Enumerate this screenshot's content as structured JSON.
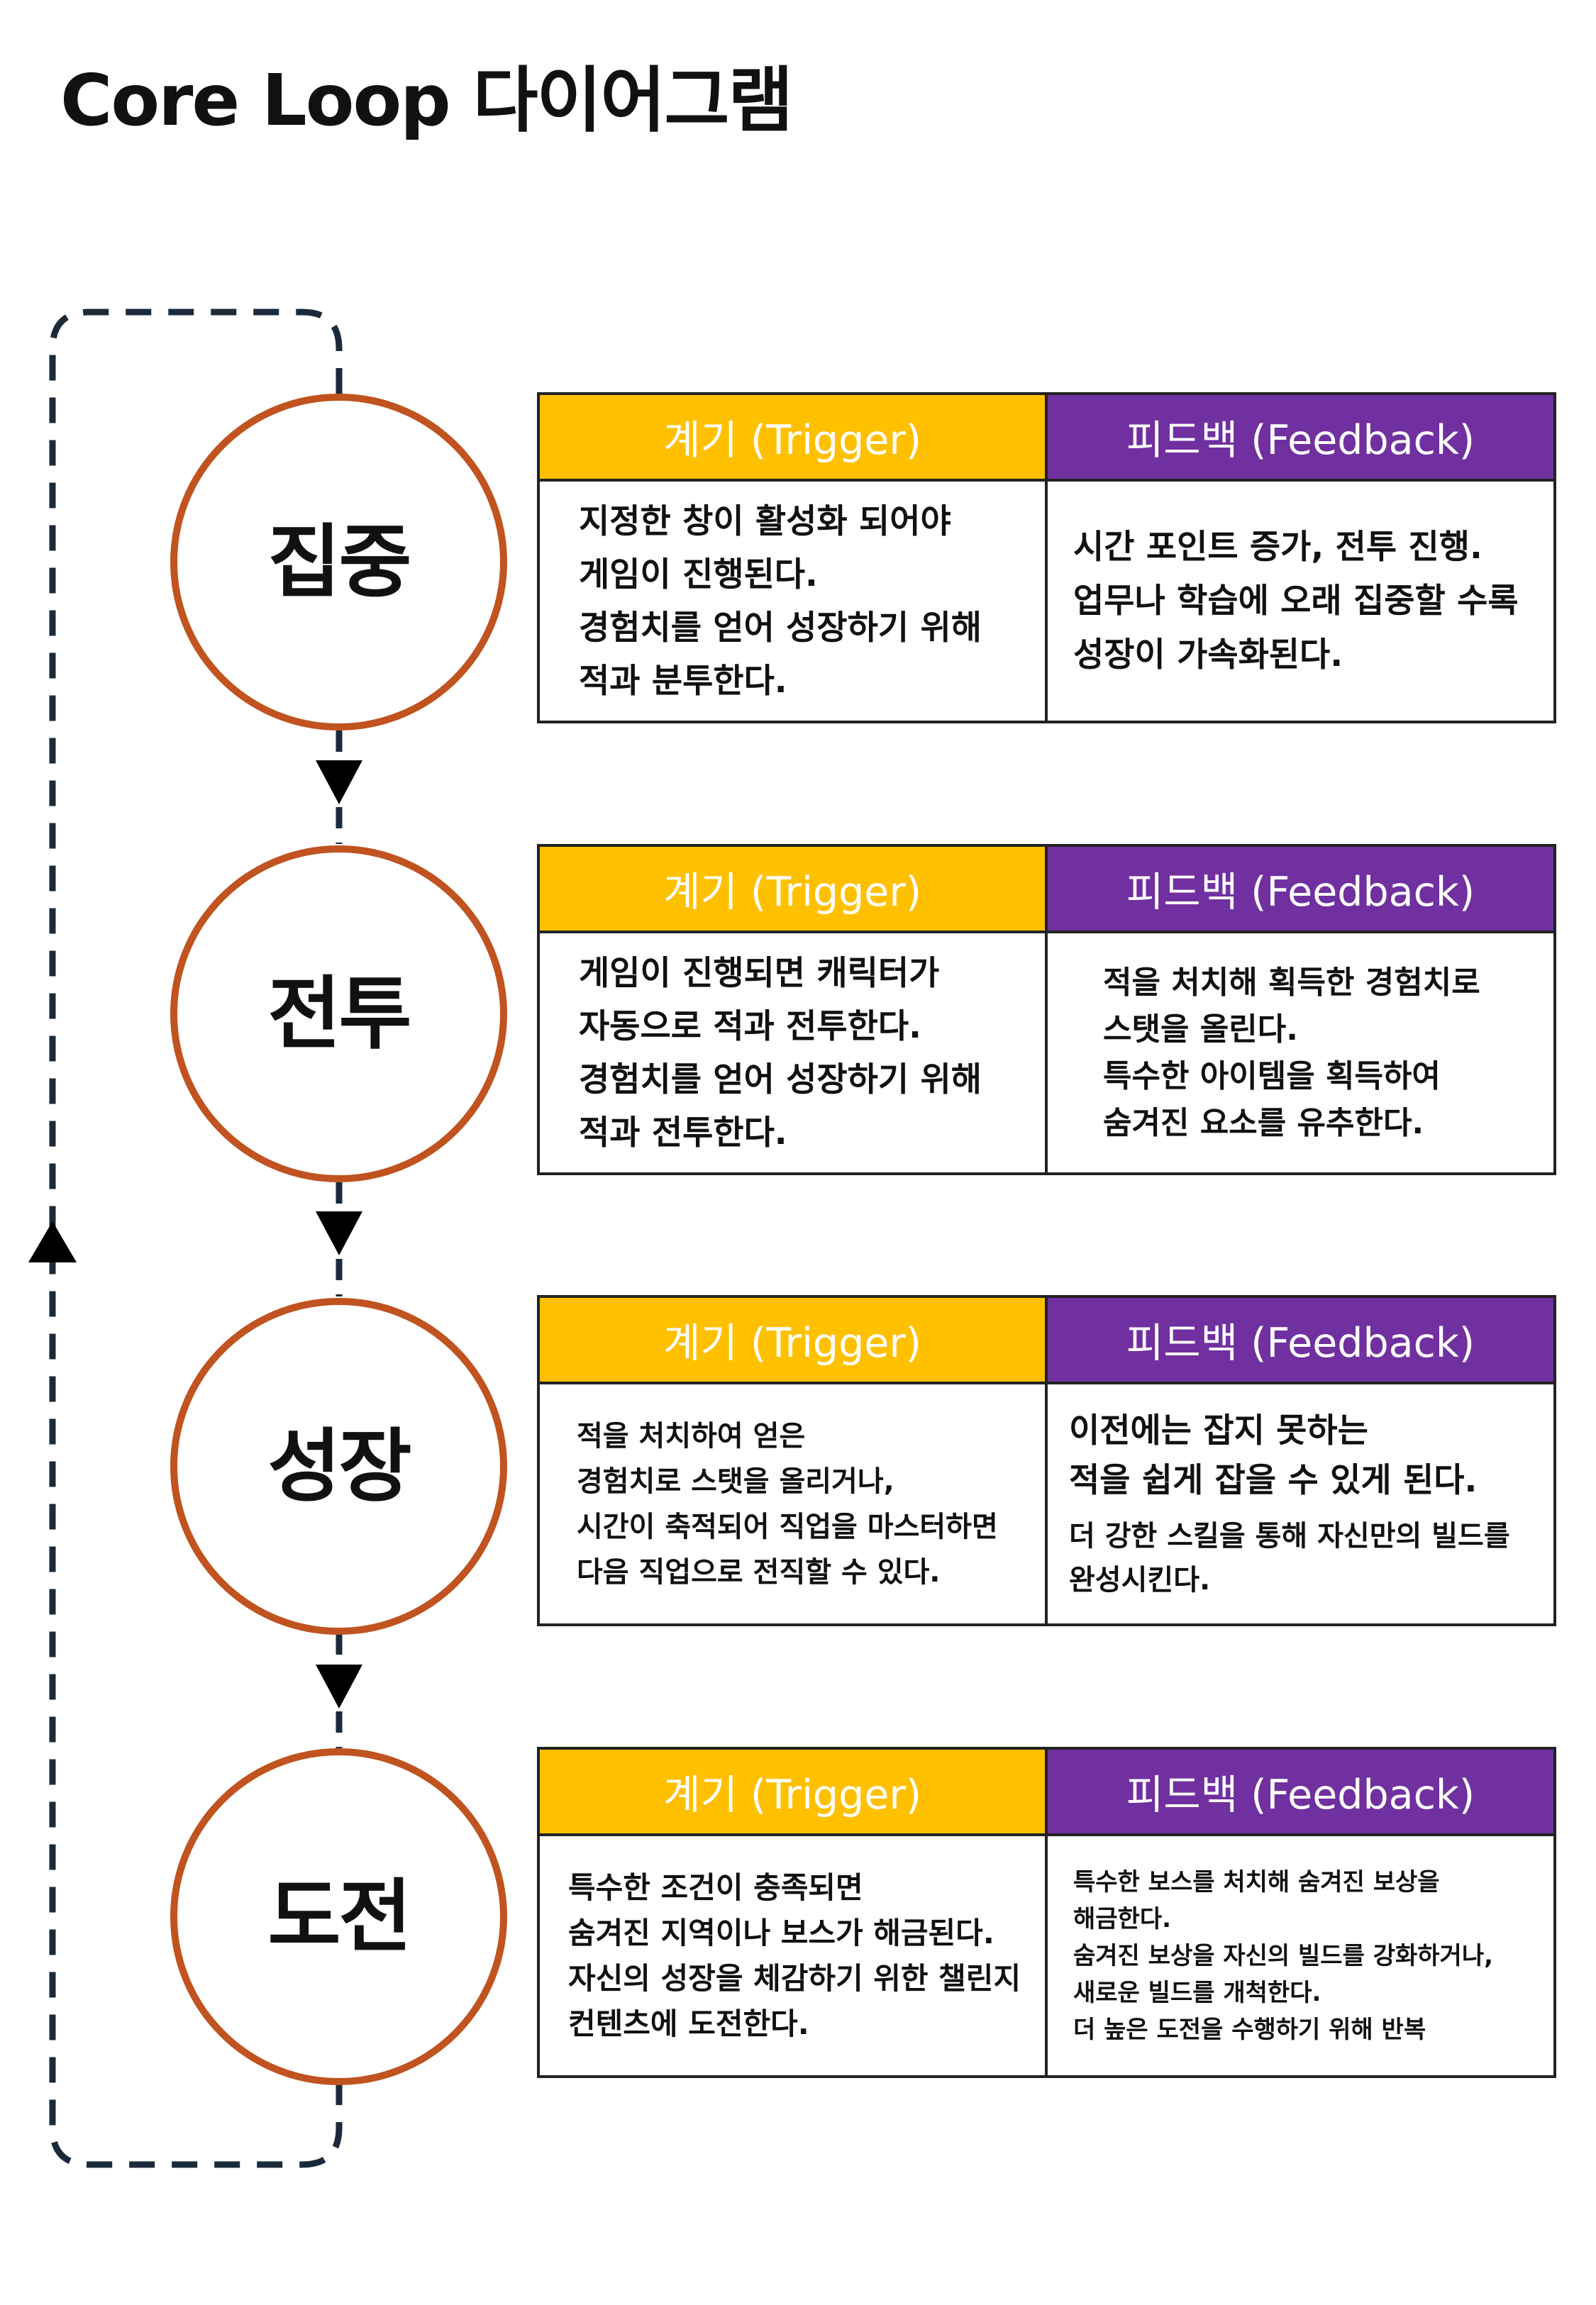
{
  "title": "Core Loop 다이어그램",
  "column_headers": {
    "trigger": "계기 (Trigger)",
    "feedback": "피드백 (Feedback)"
  },
  "colors": {
    "circle_stroke": "#c0531f",
    "trigger_header": "#ffc000",
    "feedback_header": "#7030a0",
    "loop_line": "#1a2a3a"
  },
  "stages": [
    {
      "name": "집중",
      "trigger": [
        "지정한 창이 활성화 되어야",
        "게임이 진행된다.",
        "경험치를 얻어 성장하기 위해",
        "적과 분투한다."
      ],
      "feedback": [
        "시간 포인트 증가, 전투 진행.",
        "업무나 학습에 오래 집중할 수록",
        "성장이 가속화된다."
      ]
    },
    {
      "name": "전투",
      "trigger": [
        "게임이 진행되면 캐릭터가",
        "자동으로 적과 전투한다.",
        "경험치를 얻어 성장하기 위해",
        "적과 전투한다."
      ],
      "feedback": [
        "적을 처치해 획득한 경험치로",
        "스탯을 올린다.",
        "특수한 아이템을 획득하여",
        "숨겨진 요소를 유추한다."
      ]
    },
    {
      "name": "성장",
      "trigger": [
        "적을 처치하여 얻은",
        "경험치로 스탯을 올리거나,",
        "시간이 축적되어 직업을 마스터하면",
        "다음 직업으로 전직할 수 있다."
      ],
      "feedback": [
        "이전에는 잡지 못하는",
        "적을 쉽게 잡을 수 있게 된다.",
        "더 강한 스킬을 통해 자신만의 빌드를",
        "완성시킨다."
      ]
    },
    {
      "name": "도전",
      "trigger": [
        "특수한 조건이 충족되면",
        "숨겨진 지역이나 보스가 해금된다.",
        "자신의 성장을 체감하기 위한 챌린지",
        "컨텐츠에 도전한다."
      ],
      "feedback": [
        "특수한 보스를 처치해 숨겨진 보상을",
        "해금한다.",
        "숨겨진 보상을 자신의 빌드를 강화하거나,",
        "새로운 빌드를 개척한다.",
        "더 높은 도전을 수행하기 위해 반복"
      ]
    }
  ]
}
